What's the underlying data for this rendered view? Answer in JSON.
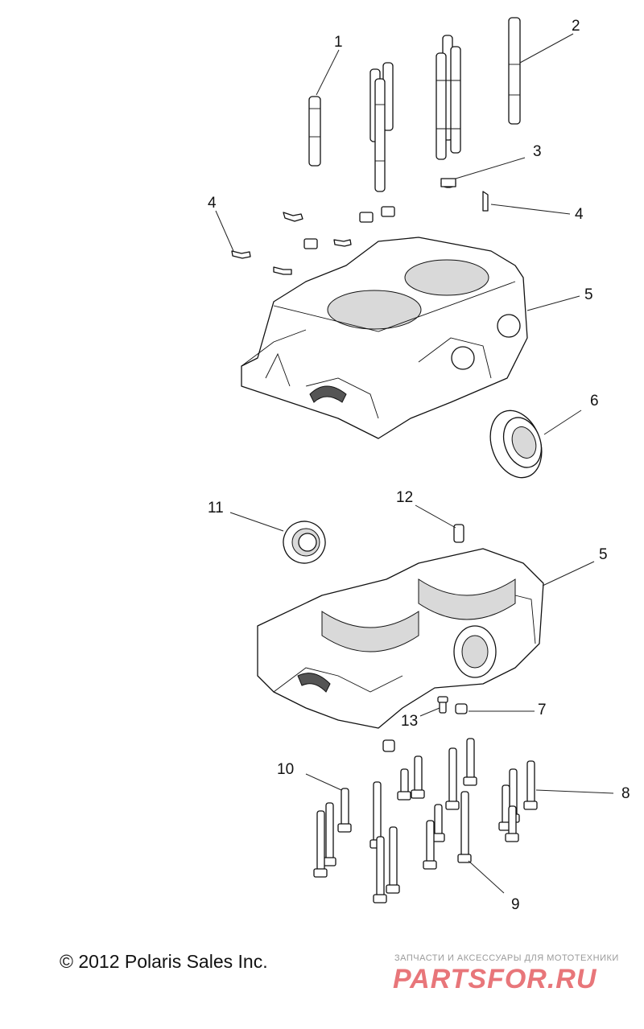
{
  "callouts": {
    "c1": "1",
    "c2": "2",
    "c3": "3",
    "c4a": "4",
    "c4b": "4",
    "c5a": "5",
    "c5b": "5",
    "c6": "6",
    "c7": "7",
    "c8": "8",
    "c9": "9",
    "c10": "10",
    "c11": "11",
    "c12": "12",
    "c13": "13"
  },
  "footer": {
    "copyright": "© 2012 Polaris Sales Inc.",
    "watermark_line": "ЗАПЧАСТИ И АКСЕССУАРЫ ДЛЯ МОТОТЕХНИКИ",
    "watermark_logo": "PARTSFOR.RU"
  },
  "colors": {
    "line": "#111111",
    "background": "#ffffff",
    "watermark": "#e8767a"
  }
}
